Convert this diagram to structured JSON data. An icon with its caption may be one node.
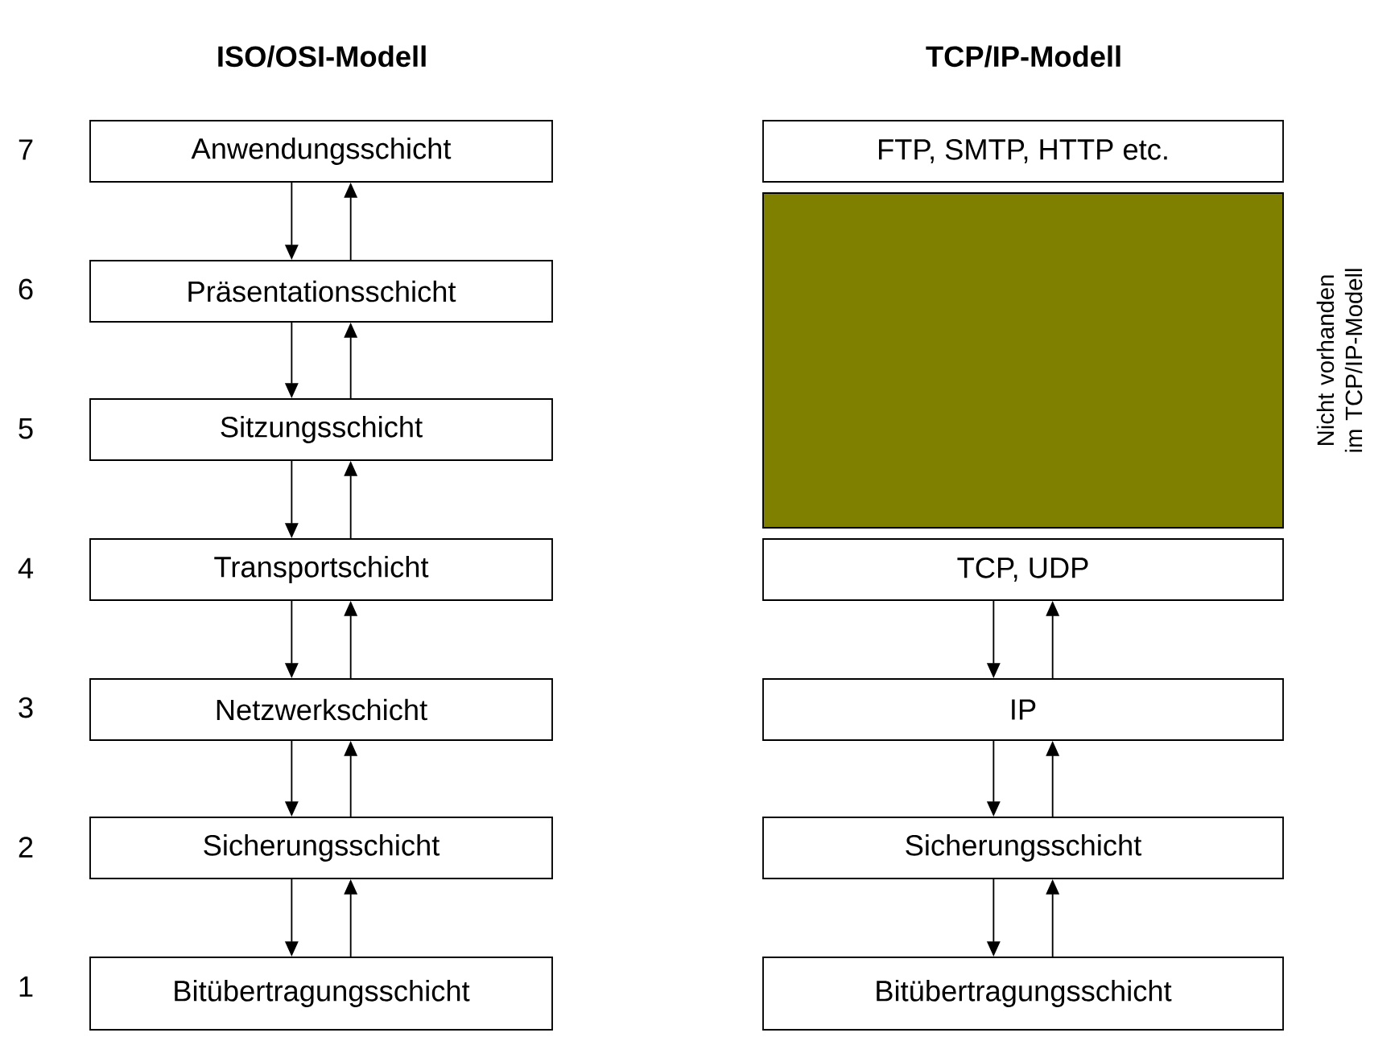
{
  "diagram": {
    "nodes": [
      {
        "text": [
          "Anwendungsschicht"
        ]
      },
      {
        "text": [
          "Präsentationsschicht"
        ]
      },
      {
        "text": [
          "Sitzungsschicht"
        ]
      },
      {
        "text": [
          "Transportschicht"
        ]
      },
      {
        "text": [
          "Netzwerkschicht"
        ]
      },
      {
        "text": [
          "Sicherungsschicht"
        ]
      },
      {
        "text": [
          "Bitübertragungsschicht"
        ]
      },
      {
        "text": [
          "FTP, SMTP, HTTP etc."
        ]
      },
      {
        "text": [],
        "shape": "box",
        "beside": [
          "Nicht vorhanden im TCP/IP-Modell"
        ]
      },
      {
        "text": [
          "TCP, UDP"
        ]
      },
      {
        "text": [
          "IP"
        ]
      },
      {
        "text": [
          "Sicherungsschicht"
        ]
      },
      {
        "text": [
          "Bitübertragungsschicht"
        ]
      }
    ],
    "edges": [
      {
        "from": 0,
        "to": 1,
        "arrow": "to"
      },
      {
        "from": 1,
        "to": 0,
        "arrow": "to"
      },
      {
        "from": 1,
        "to": 2,
        "arrow": "to"
      },
      {
        "from": 2,
        "to": 1,
        "arrow": "to"
      },
      {
        "from": 2,
        "to": 3,
        "arrow": "to"
      },
      {
        "from": 3,
        "to": 2,
        "arrow": "to"
      },
      {
        "from": 3,
        "to": 4,
        "arrow": "to"
      },
      {
        "from": 4,
        "to": 3,
        "arrow": "to"
      },
      {
        "from": 4,
        "to": 5,
        "arrow": "to"
      },
      {
        "from": 5,
        "to": 4,
        "arrow": "to"
      },
      {
        "from": 5,
        "to": 6,
        "arrow": "to"
      },
      {
        "from": 6,
        "to": 5,
        "arrow": "to"
      },
      {
        "from": 9,
        "to": 10,
        "arrow": "to"
      },
      {
        "from": 10,
        "to": 9,
        "arrow": "to"
      },
      {
        "from": 10,
        "to": 11,
        "arrow": "to"
      },
      {
        "from": 11,
        "to": 10,
        "arrow": "to"
      },
      {
        "from": 11,
        "to": 12,
        "arrow": "to"
      },
      {
        "from": 12,
        "to": 11,
        "arrow": "to"
      }
    ],
    "labels": [
      "ISO/OSI-Modell",
      "TCP/IP-Modell",
      "7",
      "6",
      "5",
      "4",
      "3",
      "2",
      "1"
    ]
  }
}
